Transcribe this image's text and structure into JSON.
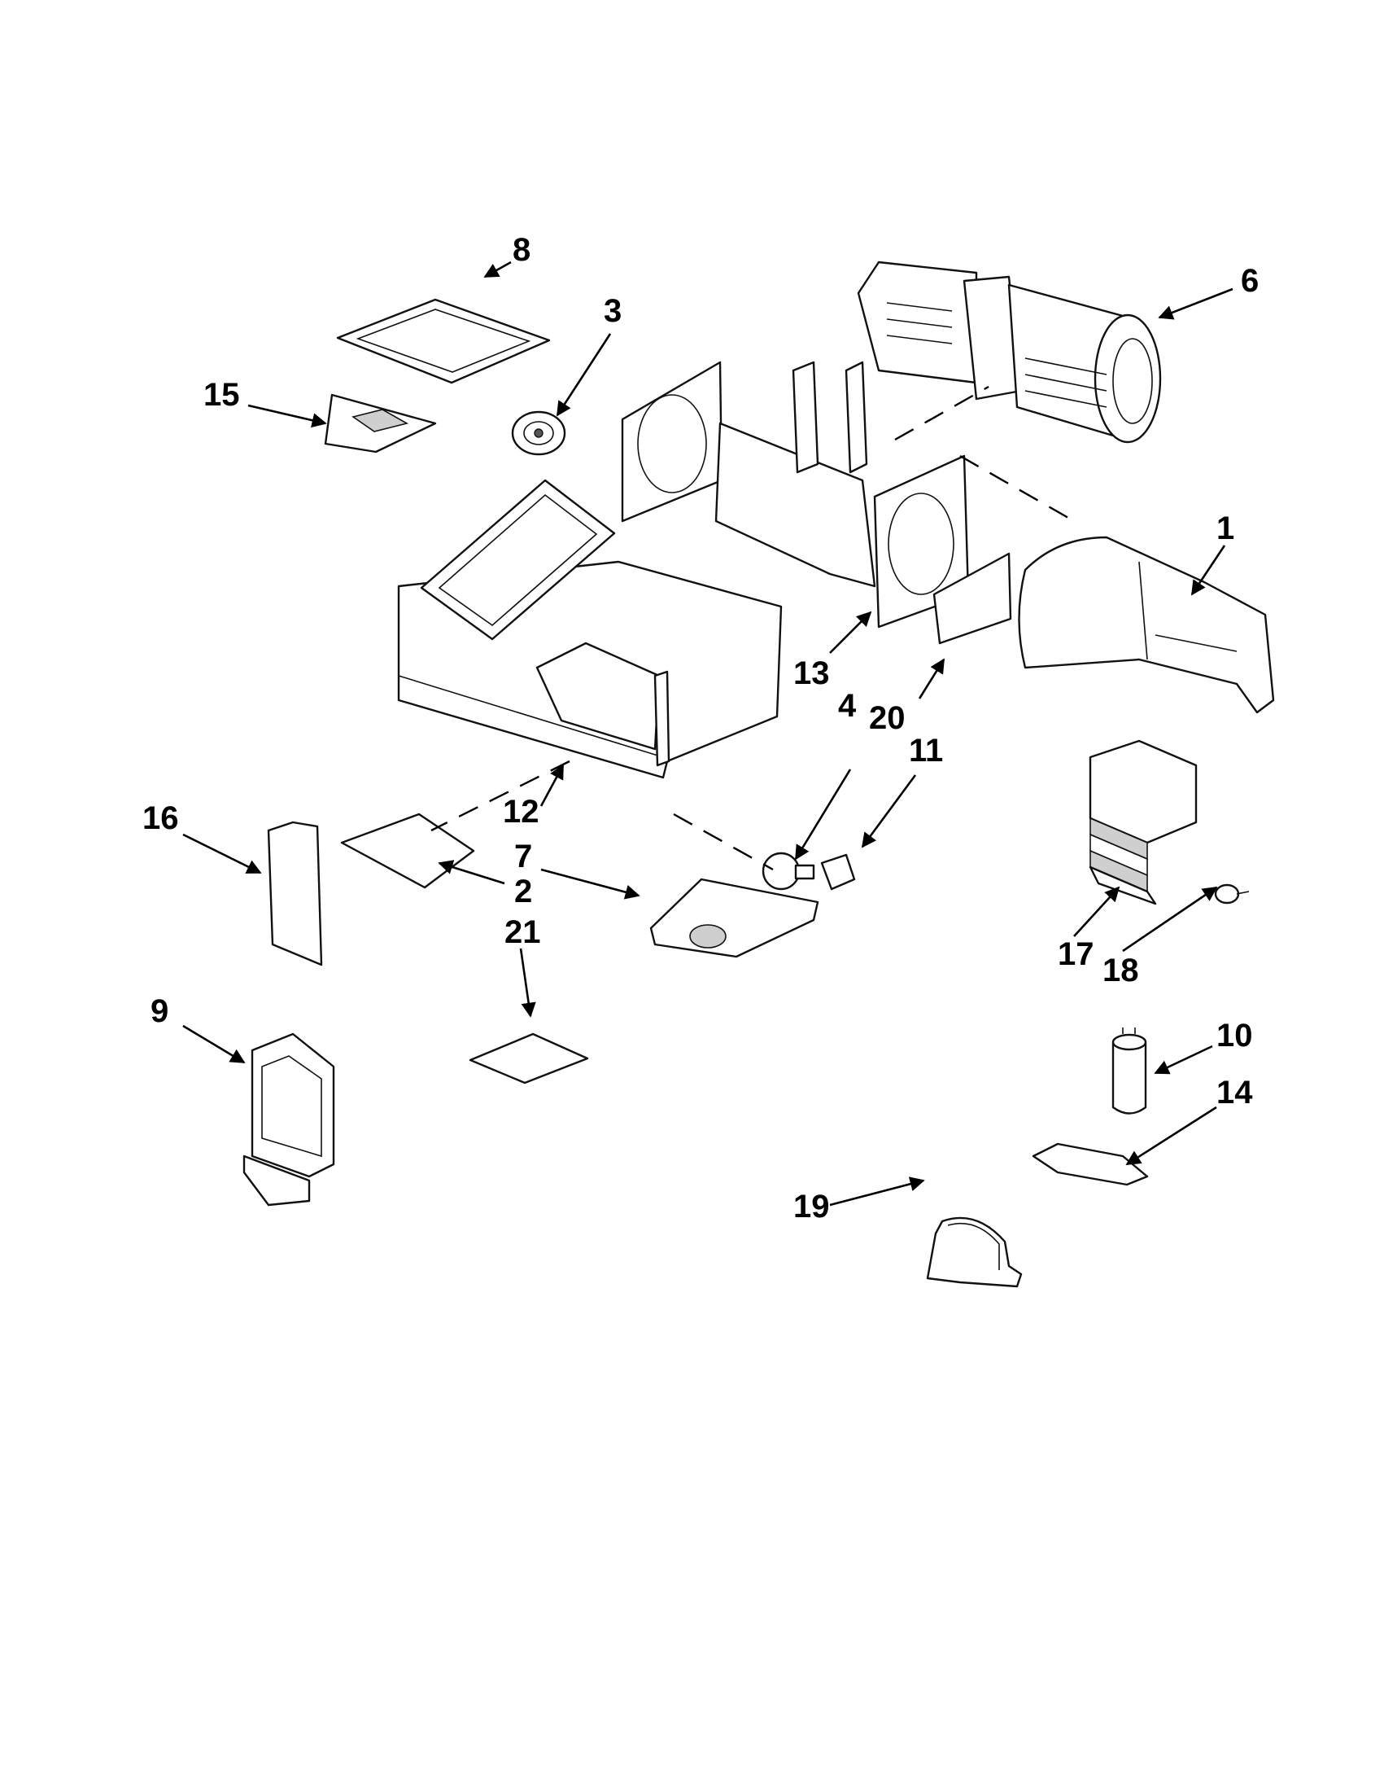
{
  "callouts": {
    "c1": "1",
    "c2": "2",
    "c3": "3",
    "c4": "4",
    "c6": "6",
    "c7": "7",
    "c8": "8",
    "c9": "9",
    "c10": "10",
    "c11": "11",
    "c12": "12",
    "c13": "13",
    "c14": "14",
    "c15": "15",
    "c16": "16",
    "c17": "17",
    "c18": "18",
    "c19": "19",
    "c20": "20",
    "c21": "21"
  },
  "colors": {
    "line": "#111111",
    "background": "#ffffff",
    "shade": "#cfcfcf"
  }
}
